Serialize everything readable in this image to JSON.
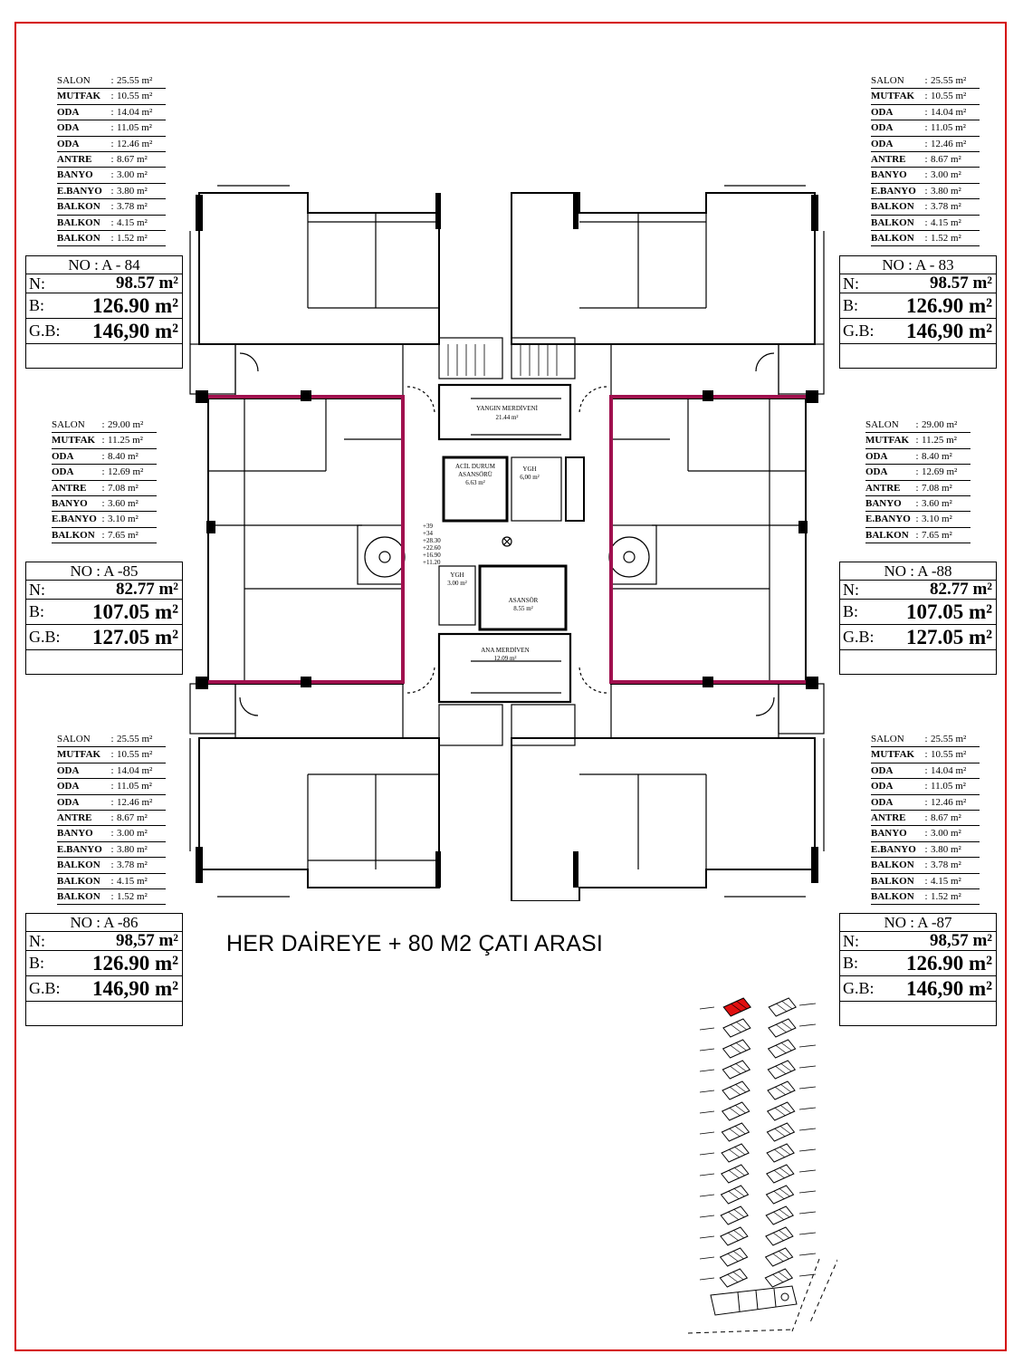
{
  "tagline": "HER DAİREYE + 80 M2 ÇATI ARASI",
  "colors": {
    "frame": "#d40000",
    "accent_walls": "#a0104e",
    "highlight_floor": "#e01010"
  },
  "room_tables": {
    "a84": [
      {
        "name": "SALON",
        "value": "25.55 m²",
        "plain": true
      },
      {
        "name": "MUTFAK",
        "value": "10.55 m²"
      },
      {
        "name": "ODA",
        "value": "14.04 m²"
      },
      {
        "name": "ODA",
        "value": "11.05 m²"
      },
      {
        "name": "ODA",
        "value": "12.46 m²"
      },
      {
        "name": "ANTRE",
        "value": "8.67 m²"
      },
      {
        "name": "BANYO",
        "value": "3.00 m²"
      },
      {
        "name": "E.BANYO",
        "value": "3.80 m²"
      },
      {
        "name": "BALKON",
        "value": "3.78 m²"
      },
      {
        "name": "BALKON",
        "value": "4.15 m²"
      },
      {
        "name": "BALKON",
        "value": "1.52 m²"
      }
    ],
    "a83": [
      {
        "name": "SALON",
        "value": "25.55 m²",
        "plain": true
      },
      {
        "name": "MUTFAK",
        "value": "10.55 m²"
      },
      {
        "name": "ODA",
        "value": "14.04 m²"
      },
      {
        "name": "ODA",
        "value": "11.05 m²"
      },
      {
        "name": "ODA",
        "value": "12.46 m²"
      },
      {
        "name": "ANTRE",
        "value": "8.67 m²"
      },
      {
        "name": "BANYO",
        "value": "3.00 m²"
      },
      {
        "name": "E.BANYO",
        "value": "3.80 m²"
      },
      {
        "name": "BALKON",
        "value": "3.78 m²"
      },
      {
        "name": "BALKON",
        "value": "4.15 m²"
      },
      {
        "name": "BALKON",
        "value": "1.52 m²"
      }
    ],
    "a85": [
      {
        "name": "SALON",
        "value": "29.00 m²",
        "plain": true
      },
      {
        "name": "MUTFAK",
        "value": "11.25 m²"
      },
      {
        "name": "ODA",
        "value": "8.40 m²"
      },
      {
        "name": "ODA",
        "value": "12.69 m²"
      },
      {
        "name": "ANTRE",
        "value": "7.08 m²"
      },
      {
        "name": "BANYO",
        "value": "3.60 m²"
      },
      {
        "name": "E.BANYO",
        "value": "3.10 m²"
      },
      {
        "name": "BALKON",
        "value": "7.65 m²"
      }
    ],
    "a88": [
      {
        "name": "SALON",
        "value": "29.00 m²",
        "plain": true
      },
      {
        "name": "MUTFAK",
        "value": "11.25 m²"
      },
      {
        "name": "ODA",
        "value": "8.40 m²"
      },
      {
        "name": "ODA",
        "value": "12.69 m²"
      },
      {
        "name": "ANTRE",
        "value": "7.08 m²"
      },
      {
        "name": "BANYO",
        "value": "3.60 m²"
      },
      {
        "name": "E.BANYO",
        "value": "3.10 m²"
      },
      {
        "name": "BALKON",
        "value": "7.65 m²"
      }
    ],
    "a86": [
      {
        "name": "SALON",
        "value": "25.55 m²",
        "plain": true
      },
      {
        "name": "MUTFAK",
        "value": "10.55 m²"
      },
      {
        "name": "ODA",
        "value": "14.04 m²"
      },
      {
        "name": "ODA",
        "value": "11.05 m²"
      },
      {
        "name": "ODA",
        "value": "12.46 m²"
      },
      {
        "name": "ANTRE",
        "value": "8.67 m²"
      },
      {
        "name": "BANYO",
        "value": "3.00 m²"
      },
      {
        "name": "E.BANYO",
        "value": "3.80 m²"
      },
      {
        "name": "BALKON",
        "value": "3.78 m²"
      },
      {
        "name": "BALKON",
        "value": "4.15 m²"
      },
      {
        "name": "BALKON",
        "value": "1.52 m²"
      }
    ],
    "a87": [
      {
        "name": "SALON",
        "value": "25.55 m²",
        "plain": true
      },
      {
        "name": "MUTFAK",
        "value": "10.55 m²"
      },
      {
        "name": "ODA",
        "value": "14.04 m²"
      },
      {
        "name": "ODA",
        "value": "11.05 m²"
      },
      {
        "name": "ODA",
        "value": "12.46 m²"
      },
      {
        "name": "ANTRE",
        "value": "8.67 m²"
      },
      {
        "name": "BANYO",
        "value": "3.00 m²"
      },
      {
        "name": "E.BANYO",
        "value": "3.80 m²"
      },
      {
        "name": "BALKON",
        "value": "3.78 m²"
      },
      {
        "name": "BALKON",
        "value": "4.15 m²"
      },
      {
        "name": "BALKON",
        "value": "1.52 m²"
      }
    ]
  },
  "units": {
    "a84": {
      "no": "NO : A - 84",
      "n_label": "N:",
      "n": "98.57 m²",
      "b_label": "B:",
      "b": "126.90 m²",
      "gb_label": "G.B:",
      "gb": "146,90 m²"
    },
    "a83": {
      "no": "NO : A - 83",
      "n_label": "N:",
      "n": "98.57 m²",
      "b_label": "B:",
      "b": "126.90 m²",
      "gb_label": "G.B:",
      "gb": "146,90 m²"
    },
    "a85": {
      "no": "NO : A -85",
      "n_label": "N:",
      "n": "82.77 m²",
      "b_label": "B:",
      "b": "107.05 m²",
      "gb_label": "G.B:",
      "gb": "127.05 m²"
    },
    "a88": {
      "no": "NO : A -88",
      "n_label": "N:",
      "n": "82.77 m²",
      "b_label": "B:",
      "b": "107.05 m²",
      "gb_label": "G.B:",
      "gb": "127.05 m²"
    },
    "a86": {
      "no": "NO : A -86",
      "n_label": "N:",
      "n": "98,57 m²",
      "b_label": "B:",
      "b": "126.90 m²",
      "gb_label": "G.B:",
      "gb": "146,90 m²"
    },
    "a87": {
      "no": "NO : A -87",
      "n_label": "N:",
      "n": "98,57 m²",
      "b_label": "B:",
      "b": "126.90 m²",
      "gb_label": "G.B:",
      "gb": "146,90 m²"
    }
  },
  "core": {
    "fire_stair": "YANGIN MERDİVENİ",
    "fire_stair_area": "21.44 m²",
    "emergency_elevator_1": "ACİL DURUM",
    "emergency_elevator_2": "ASANSÖRÜ",
    "emergency_elevator_area": "6.63 m²",
    "ygh_top": "YGH",
    "ygh_top_area": "6,00 m²",
    "ygh_bottom": "YGH",
    "ygh_bottom_area": "3.00 m²",
    "elevator": "ASANSÖR",
    "elevator_area": "8.55 m²",
    "main_stair": "ANA MERDİVEN",
    "main_stair_area": "12.09 m²",
    "levels": [
      "+39",
      "+34",
      "+28.30",
      "+22.60",
      "+16.90",
      "+11.20"
    ]
  }
}
